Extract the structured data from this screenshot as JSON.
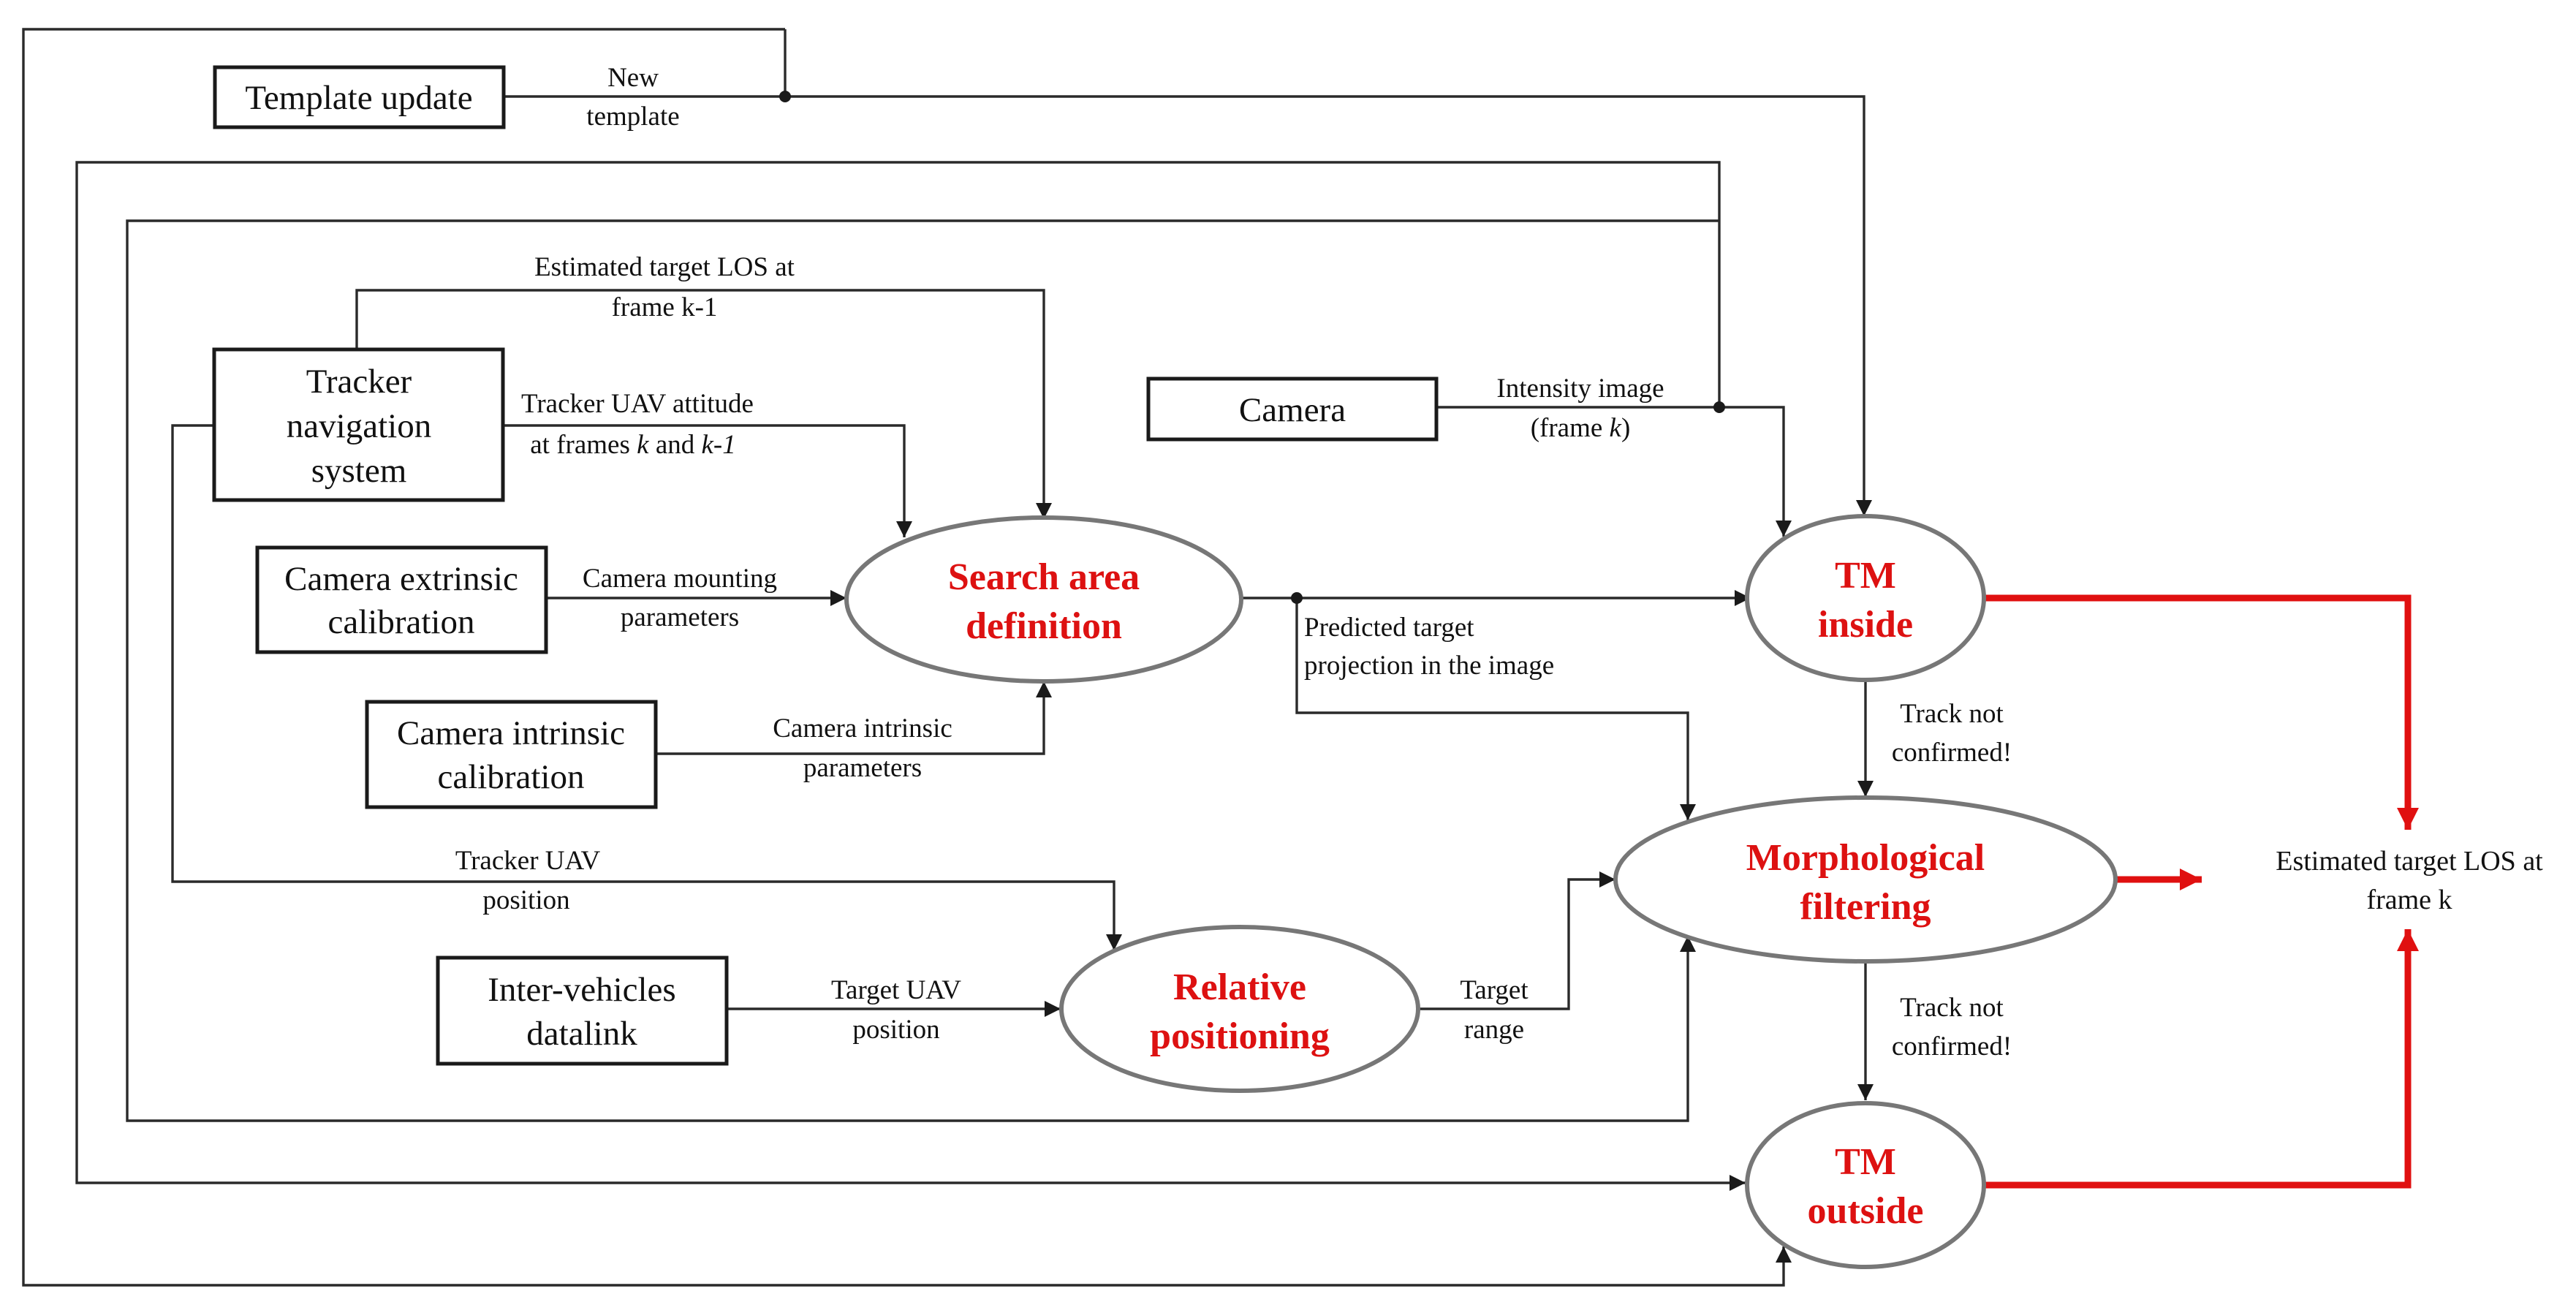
{
  "blocks": {
    "template_update": "Template update",
    "tracker_nav": [
      "Tracker",
      "navigation",
      "system"
    ],
    "camera": "Camera",
    "camera_extrinsic": [
      "Camera extrinsic",
      "calibration"
    ],
    "camera_intrinsic": [
      "Camera intrinsic",
      "calibration"
    ],
    "inter_vehicles": [
      "Inter-vehicles",
      "datalink"
    ]
  },
  "processes": {
    "search_area": [
      "Search area",
      "definition"
    ],
    "tm_inside": [
      "TM",
      "inside"
    ],
    "morphological": [
      "Morphological",
      "filtering"
    ],
    "relative_positioning": [
      "Relative",
      "positioning"
    ],
    "tm_outside": [
      "TM",
      "outside"
    ]
  },
  "labels": {
    "new_template": [
      "New",
      "template"
    ],
    "est_los_prev": [
      "Estimated target LOS at",
      "frame k-1"
    ],
    "attitude_line1": "Tracker UAV attitude",
    "attitude_line2_prefix": "at frames ",
    "attitude_k": "k",
    "attitude_and": " and ",
    "attitude_k1": "k-1",
    "mounting": [
      "Camera mounting",
      "parameters"
    ],
    "intrinsic_params": [
      "Camera intrinsic",
      "parameters"
    ],
    "intensity_line1": "Intensity image",
    "intensity_prefix": "(frame ",
    "intensity_k": "k",
    "intensity_suffix": ")",
    "predicted": [
      "Predicted target",
      "projection in the image"
    ],
    "track_not_confirmed_1": [
      "Track not",
      "confirmed!"
    ],
    "track_not_confirmed_2": [
      "Track not",
      "confirmed!"
    ],
    "tracker_position": [
      "Tracker UAV",
      "position"
    ],
    "target_position": [
      "Target UAV",
      "position"
    ],
    "target_range": [
      "Target",
      "range"
    ],
    "output": [
      "Estimated target LOS at",
      "frame k"
    ]
  },
  "colors": {
    "process_text": "#dd1111",
    "output_arrows": "#e01010",
    "ellipse_stroke": "#777777"
  }
}
